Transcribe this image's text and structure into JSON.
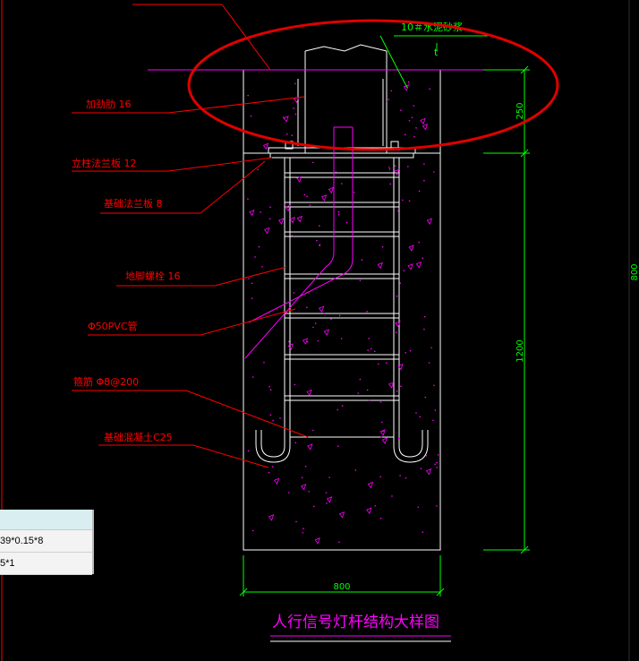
{
  "drawing": {
    "title": "人行信号灯杆结构大样图",
    "labels": {
      "cement_mortar": "10＃水泥砂浆",
      "stiffener": "加劲肋 16",
      "column_flange": "立柱法兰板 12",
      "base_flange": "基础法兰板 8",
      "anchor_bolt": "地脚螺栓 16",
      "pvc_pipe": "Φ50PVC管",
      "stirrup": "箍筋 Φ8@200",
      "concrete": "基础混凝土C25",
      "small_t": "t"
    },
    "dimensions": {
      "upper_height": "250",
      "lower_height": "1200",
      "width": "800",
      "total_height": "800"
    }
  },
  "table": {
    "rows": [
      "39*0.15*8",
      "5*1"
    ]
  },
  "colors": {
    "background": "#000000",
    "outline": "#ffffff",
    "label": "#ff0000",
    "dimension": "#00ff00",
    "pipe": "#ff00ff",
    "concrete_dots": "#ff00ff",
    "title": "#ff00ff",
    "highlight_ellipse": "#e00000"
  }
}
